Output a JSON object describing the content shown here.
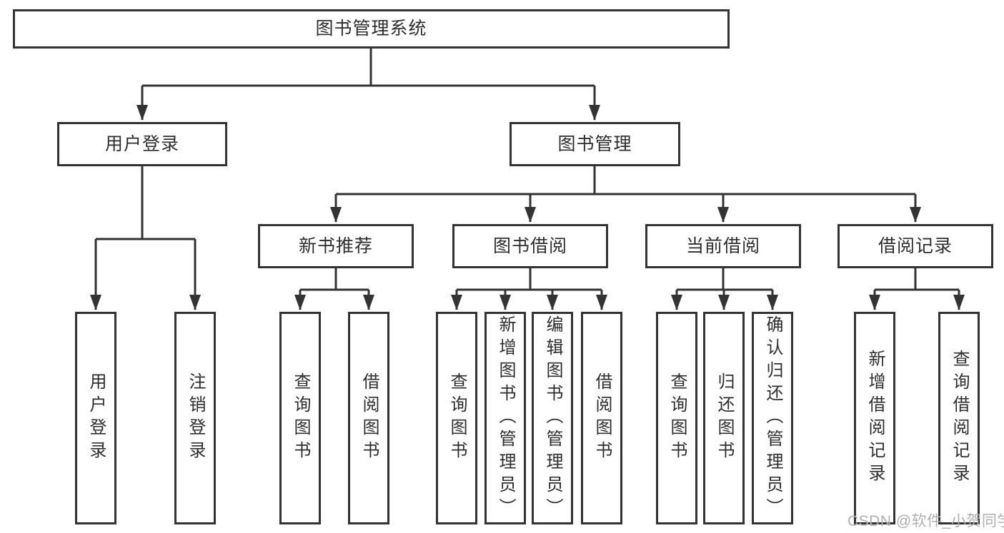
{
  "tree": {
    "root": {
      "label": "图书管理系统",
      "children": [
        {
          "label": "用户登录",
          "children": [
            {
              "label": "用户登录"
            },
            {
              "label": "注销登录"
            }
          ]
        },
        {
          "label": "图书管理",
          "children": [
            {
              "label": "新书推荐",
              "children": [
                {
                  "label": "查询图书"
                },
                {
                  "label": "借阅图书"
                }
              ]
            },
            {
              "label": "图书借阅",
              "children": [
                {
                  "label": "查询图书"
                },
                {
                  "label": "新增图书（管理员）"
                },
                {
                  "label": "编辑图书（管理员）"
                },
                {
                  "label": "借阅图书"
                }
              ]
            },
            {
              "label": "当前借阅",
              "children": [
                {
                  "label": "查询图书"
                },
                {
                  "label": "归还图书"
                },
                {
                  "label": "确认归还（管理员）"
                }
              ]
            },
            {
              "label": "借阅记录",
              "children": [
                {
                  "label": "新增借阅记录"
                },
                {
                  "label": "查询借阅记录"
                }
              ]
            }
          ]
        }
      ]
    }
  },
  "watermark": "CSDN @软件_小贺同学",
  "colors": {
    "line": "#333333",
    "box_border": "#333333",
    "text": "#2e2e2e",
    "watermark": "#b0b0b0",
    "background": "#ffffff"
  }
}
